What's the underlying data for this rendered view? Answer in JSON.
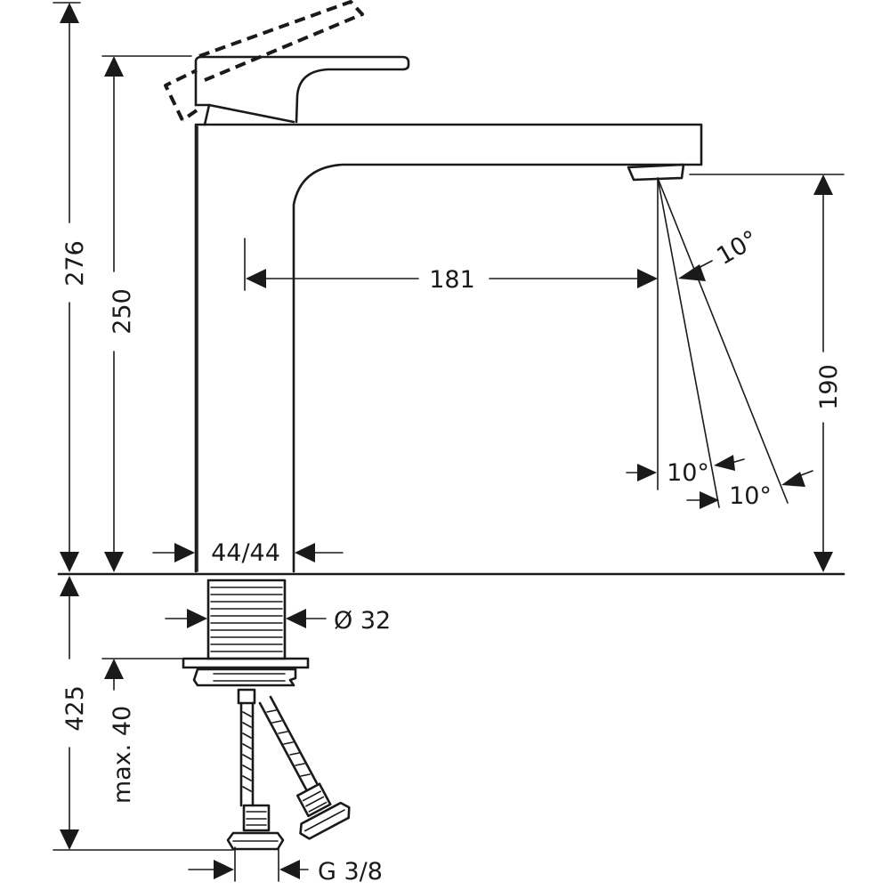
{
  "dimensions": {
    "total_height": "276",
    "body_height": "250",
    "spout_reach": "181",
    "spout_height": "190",
    "base_size": "44/44",
    "shank_diameter": "Ø 32",
    "hose_length": "425",
    "max_counter_thickness": "max. 40",
    "connection_thread": "G 3/8",
    "angle_upper": "10°",
    "angle_lower_left": "10°",
    "angle_lower_right": "10°"
  }
}
